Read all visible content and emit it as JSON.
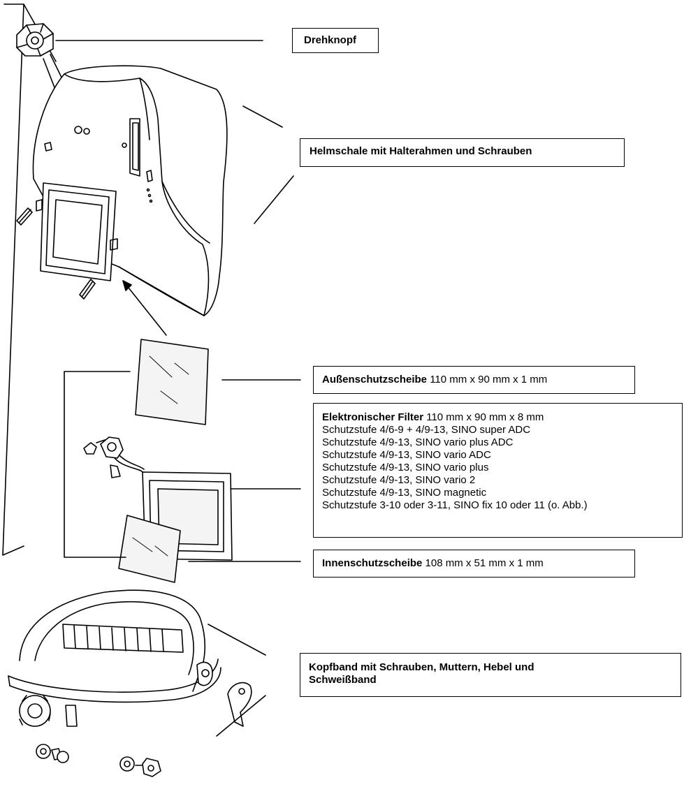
{
  "labels": {
    "knob": {
      "bold": "Drehknopf",
      "rest": ""
    },
    "shell": {
      "bold": "Helmschale mit Halterahmen und Schrauben",
      "rest": ""
    },
    "outer_lens": {
      "bold": "Außenschutzscheibe",
      "rest": " 110 mm x 90 mm x 1 mm"
    },
    "filter": {
      "bold": "Elektronischer Filter",
      "rest": " 110 mm x 90 mm x 8 mm",
      "lines": [
        "Schutzstufe 4/6-9 + 4/9-13, SINO super ADC",
        "Schutzstufe 4/9-13, SINO vario plus ADC",
        "Schutzstufe 4/9-13, SINO vario ADC",
        "Schutzstufe 4/9-13, SINO vario plus",
        "Schutzstufe 4/9-13, SINO vario 2",
        "Schutzstufe 4/9-13, SINO magnetic",
        "Schutzstufe 3-10 oder 3-11, SINO fix 10 oder 11 (o. Abb.)"
      ]
    },
    "inner_lens": {
      "bold": "Innenschutzscheibe",
      "rest": " 108 mm x 51 mm x 1 mm"
    },
    "headband": {
      "bold": "Kopfband mit Schrauben, Muttern, Hebel und Schweißband",
      "rest": ""
    }
  },
  "colors": {
    "line": "#000000",
    "background": "#ffffff",
    "lens_tint": "#e8e8e8"
  }
}
